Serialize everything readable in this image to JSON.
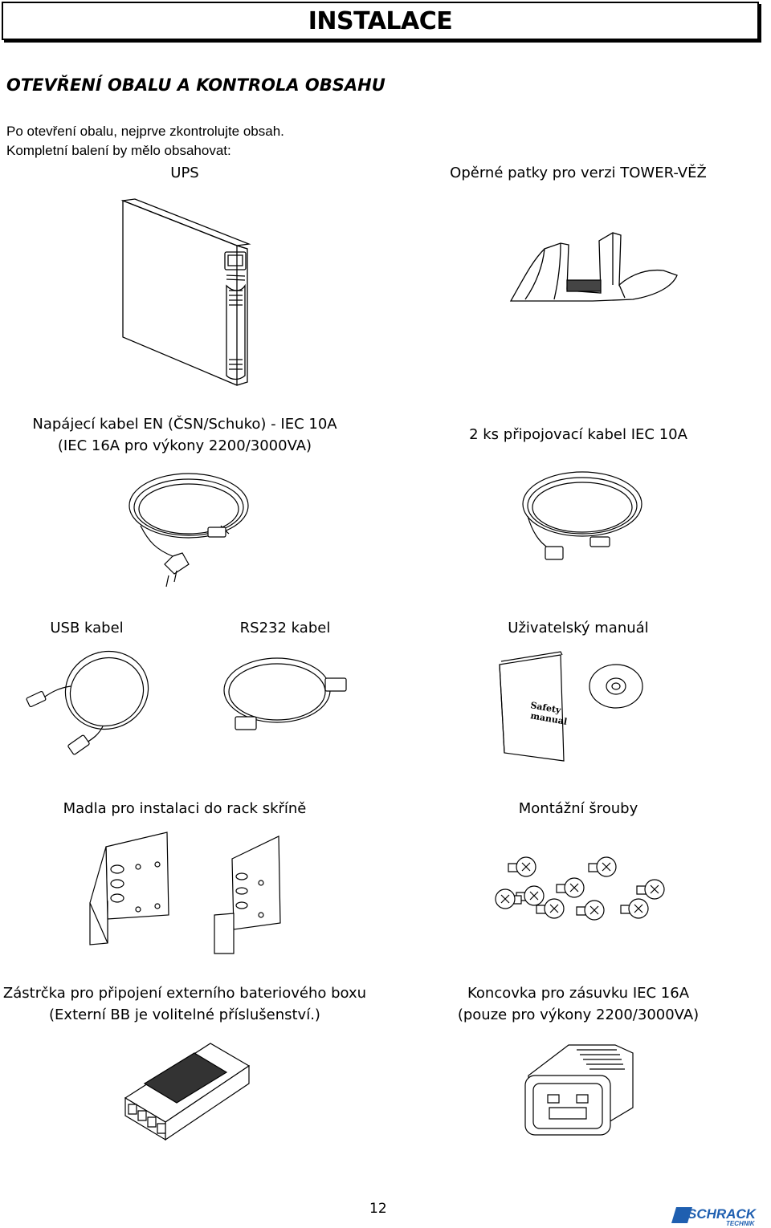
{
  "header": {
    "title": "INSTALACE"
  },
  "section": {
    "heading": "OTEVŘENÍ OBALU A KONTROLA OBSAHU"
  },
  "intro": {
    "line1": "Po otevření obalu, nejprve zkontrolujte obsah.",
    "line2": "Kompletní balení by mělo obsahovat:"
  },
  "items": {
    "ups": "UPS",
    "feet": "Opěrné patky pro verzi TOWER-VĚŽ",
    "power_cable_line1": "Napájecí kabel EN (ČSN/Schuko) - IEC 10A",
    "power_cable_line2": "(IEC 16A pro výkony 2200/3000VA)",
    "iec_cable": "2 ks připojovací kabel IEC 10A",
    "usb": "USB kabel",
    "rs232": "RS232 kabel",
    "manual": "Uživatelský manuál",
    "manual_cover_line1": "Safety",
    "manual_cover_line2": "manual",
    "rack_handles": "Madla pro instalaci do rack skříně",
    "screws": "Montážní šrouby",
    "bb_plug_line1": "Zástrčka pro připojení externího bateriového boxu",
    "bb_plug_line2": "(Externí BB je volitelné příslušenství.)",
    "iec16_line1": "Koncovka pro zásuvku IEC 16A",
    "iec16_line2": "(pouze pro výkony 2200/3000VA)"
  },
  "footer": {
    "page_number": "12",
    "brand_line1": "SCHRACK",
    "brand_line2": "TECHNIK"
  },
  "colors": {
    "line": "#000000",
    "brand_blue": "#1f5fb0",
    "shade": "#d8d8d8"
  }
}
